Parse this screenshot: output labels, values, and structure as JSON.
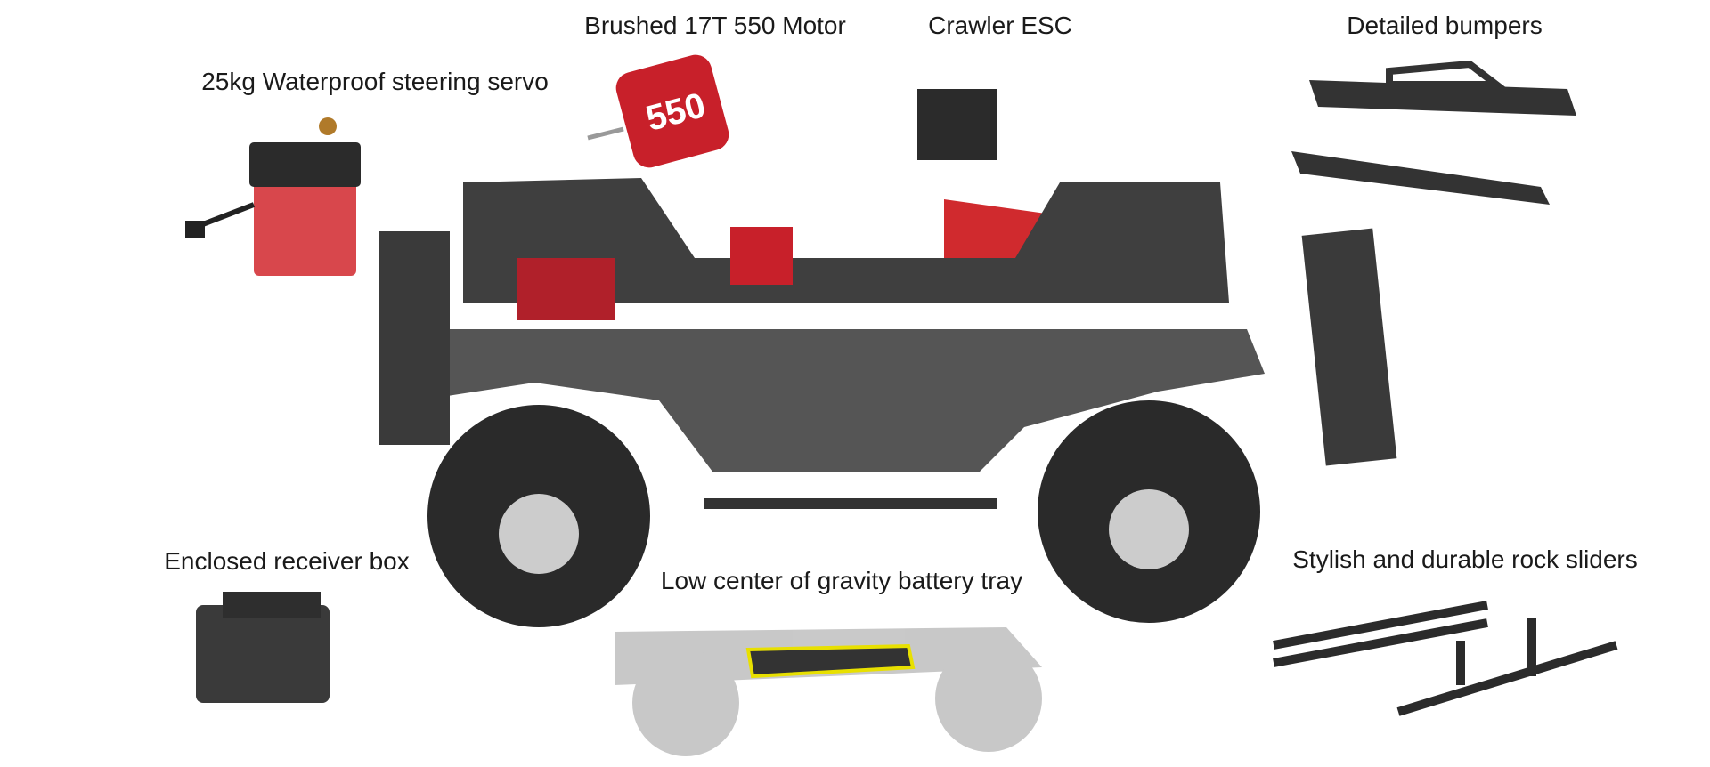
{
  "labels": {
    "servo": "25kg Waterproof steering servo",
    "motor": "Brushed 17T 550 Motor",
    "esc": "Crawler ESC",
    "bumpers": "Detailed bumpers",
    "receiver": "Enclosed receiver box",
    "battery": "Low center of gravity battery tray",
    "sliders": "Stylish and durable rock sliders"
  },
  "colors": {
    "chassis": "#4a4a4a",
    "dark": "#2b2b2b",
    "red": "#d8262c",
    "tire": "#2a2a2a",
    "highlight": "#e8e000"
  }
}
